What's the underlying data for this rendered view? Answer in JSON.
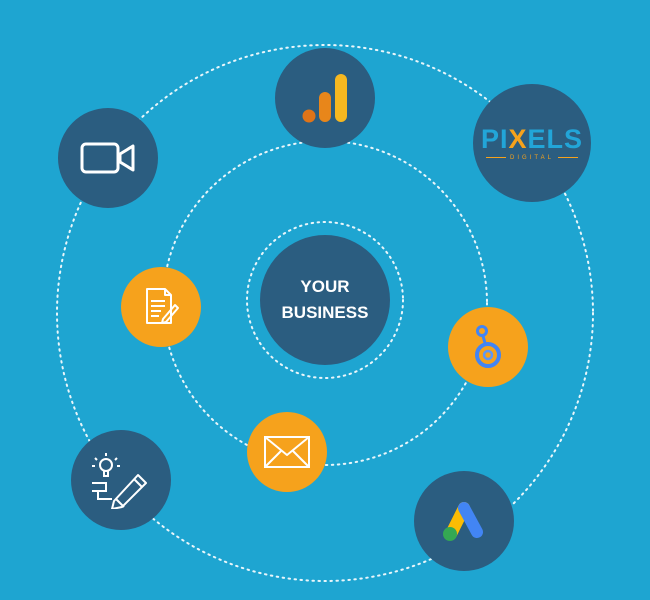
{
  "center": {
    "line1": "YOUR",
    "line2": "BUSINESS"
  },
  "logo": {
    "word_left": "PI",
    "word_x": "X",
    "word_right": "ELS",
    "subtitle": "DIGITAL"
  },
  "icons": [
    "analytics-icon",
    "video-camera-icon",
    "document-edit-icon",
    "looker-studio-icon",
    "email-icon",
    "idea-pencil-icon",
    "google-ads-icon"
  ],
  "colors": {
    "background": "#1ea5d1",
    "node_dark": "#2b5d80",
    "node_orange": "#f6a21c",
    "ring": "#ffffff",
    "logo_blue": "#22a5d8",
    "logo_orange": "#f6a21c"
  }
}
